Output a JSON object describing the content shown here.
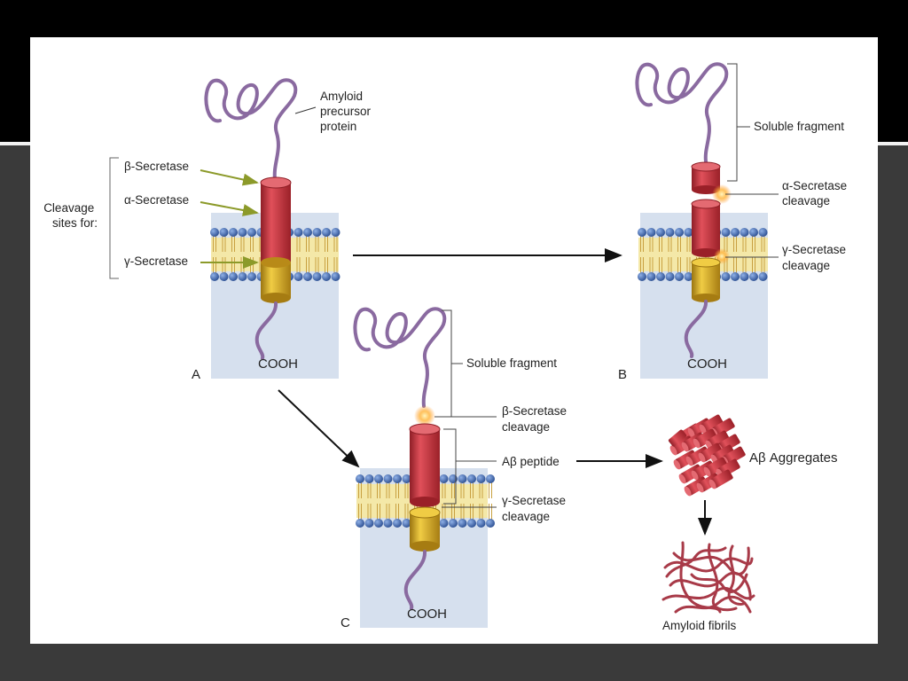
{
  "panel_a": {
    "letter": "A",
    "protein_label": [
      "Amyloid",
      "precursor",
      "protein"
    ],
    "beta_site": "β-Secretase",
    "alpha_site": "α-Secretase",
    "gamma_site": "γ-Secretase",
    "cleavage_label": [
      "Cleavage",
      "sites for:"
    ],
    "cooh": "COOH"
  },
  "panel_b": {
    "letter": "B",
    "soluble_fragment": "Soluble fragment",
    "alpha_cleavage": [
      "α-Secretase",
      "cleavage"
    ],
    "gamma_cleavage": [
      "γ-Secretase",
      "cleavage"
    ],
    "cooh": "COOH"
  },
  "panel_c": {
    "letter": "C",
    "soluble_fragment": "Soluble fragment",
    "beta_cleavage": [
      "β-Secretase",
      "cleavage"
    ],
    "abeta_peptide": "Aβ peptide",
    "gamma_cleavage": [
      "γ-Secretase",
      "cleavage"
    ],
    "cooh": "COOH"
  },
  "aggregates": {
    "aggregates_label": "Aβ Aggregates",
    "fibrils_label": "Amyloid fibrils"
  },
  "colors": {
    "coil": "#8a6aa0",
    "red_cylinder": "#c8323c",
    "yellow_cylinder": "#d8aa22",
    "lipid_head": "#3a62a8",
    "cytoplasm": "#d6e0ee",
    "fibril": "#a83a48",
    "page_top": "#000000",
    "page_bottom": "#3a3a3a"
  }
}
